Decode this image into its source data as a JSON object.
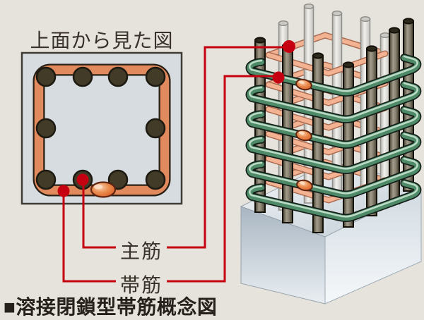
{
  "page": {
    "background_color": "#e6e3dd"
  },
  "top_view_panel": {
    "title": "上面から見た図",
    "rebar_dot_count": 10,
    "weld_joint_count": 1
  },
  "labels": {
    "main_rebar": "主筋",
    "hoop": "帯筋"
  },
  "caption": "■溶接閉鎖型帯筋概念図",
  "column_3d": {
    "hoop_levels": 6,
    "weld_joint_count": 3
  },
  "colors": {
    "callout_red": "#c50010",
    "section_hoop_salmon": "#e18a5e",
    "hoop_green": "#4e8a67",
    "back_hoop_salmon": "#f3b393",
    "concrete_section_fill": "#d6dce0",
    "rebar_dot": "#413b28",
    "weld_orange": "#d4561f",
    "text_color": "#39322b"
  }
}
